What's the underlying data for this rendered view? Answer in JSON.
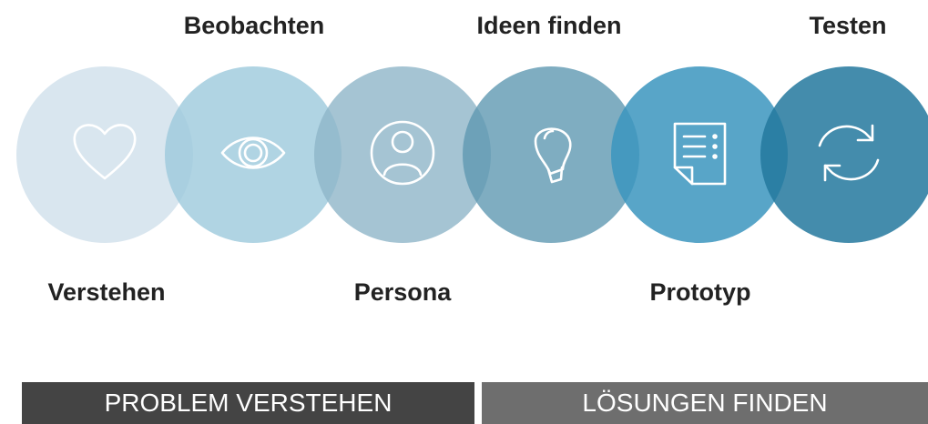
{
  "steps": [
    {
      "label": "Verstehen",
      "icon": "heart-icon",
      "color": "#d9e6ef",
      "opacity": 1
    },
    {
      "label": "Beobachten",
      "icon": "eye-icon",
      "color": "#9cc9dc",
      "opacity": 0.8
    },
    {
      "label": "Persona",
      "icon": "user-icon",
      "color": "#8fb5c8",
      "opacity": 0.8
    },
    {
      "label": "Ideen finden",
      "icon": "lightbulb-icon",
      "color": "#5f98b2",
      "opacity": 0.8
    },
    {
      "label": "Prototyp",
      "icon": "document-icon",
      "color": "#3b95be",
      "opacity": 0.85
    },
    {
      "label": "Testen",
      "icon": "refresh-icon",
      "color": "#23789d",
      "opacity": 0.85
    }
  ],
  "phases": [
    {
      "label": "PROBLEM VERSTEHEN",
      "color": "#444444"
    },
    {
      "label": "LÖSUNGEN FINDEN",
      "color": "#6e6e6e"
    }
  ]
}
